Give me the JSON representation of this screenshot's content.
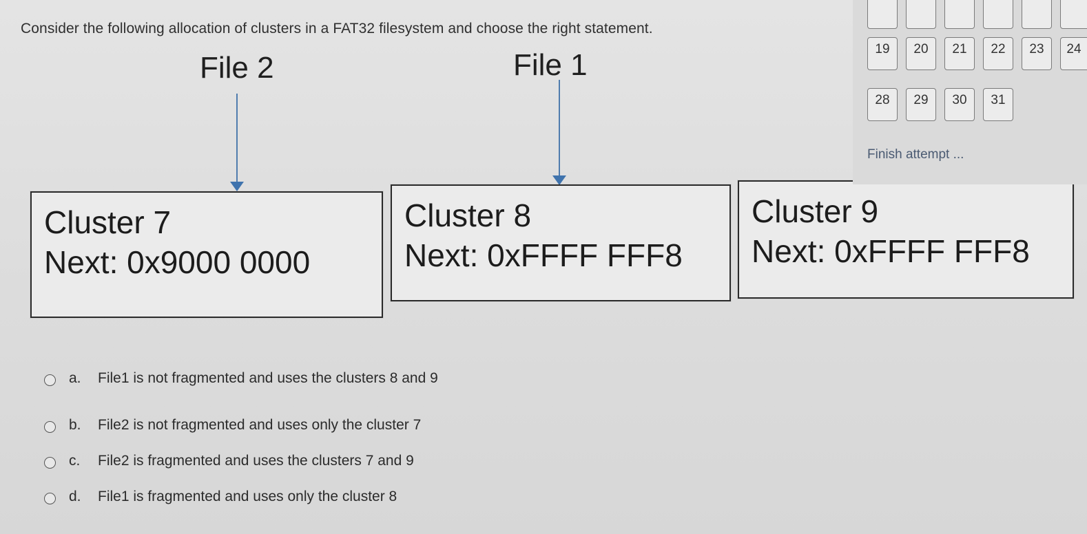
{
  "question": "Consider the following allocation of clusters in a FAT32 filesystem and choose the right statement.",
  "diagram": {
    "file_labels": [
      "File 2",
      "File 1"
    ],
    "clusters": [
      {
        "title": "Cluster 7",
        "next": "Next: 0x9000 0000"
      },
      {
        "title": "Cluster 8",
        "next": "Next: 0xFFFF FFF8"
      },
      {
        "title": "Cluster 9",
        "next": "Next: 0xFFFF FFF8"
      }
    ],
    "arrow_color": "#3f73ad"
  },
  "quiz_nav": {
    "rows": [
      [
        "19",
        "20",
        "21",
        "22",
        "23",
        "24"
      ],
      [
        "28",
        "29",
        "30",
        "31"
      ]
    ],
    "finish_link": "Finish attempt ..."
  },
  "options": [
    {
      "letter": "a.",
      "text": "File1 is not fragmented and uses the clusters 8 and 9"
    },
    {
      "letter": "b.",
      "text": "File2 is not fragmented and uses only the cluster 7"
    },
    {
      "letter": "c.",
      "text": "File2 is fragmented and uses the clusters 7 and 9"
    },
    {
      "letter": "d.",
      "text": "File1 is fragmented and uses only the cluster 8"
    }
  ]
}
